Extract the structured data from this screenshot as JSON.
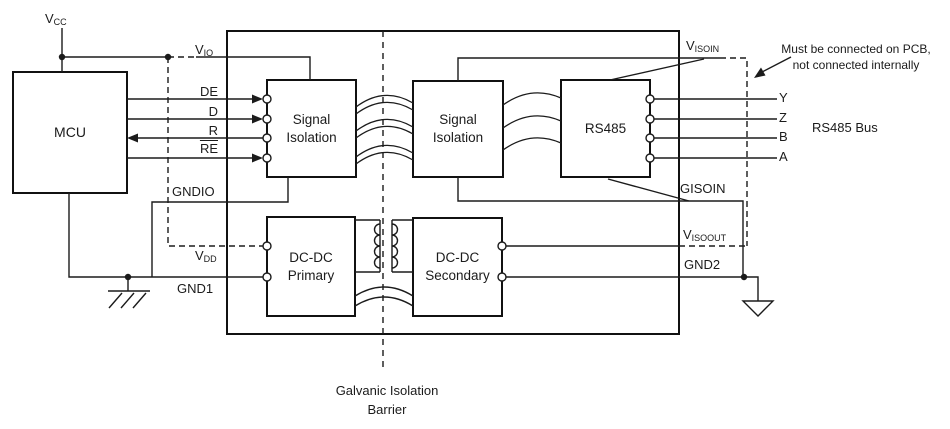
{
  "colors": {
    "background": "#ffffff",
    "line": "#1b1b1b",
    "text": "#1b1b1b"
  },
  "nets": {
    "vcc": {
      "base": "V",
      "sub": "CC"
    },
    "vio": {
      "base": "V",
      "sub": "IO"
    },
    "vdd": {
      "base": "V",
      "sub": "DD"
    },
    "visoin": {
      "base": "V",
      "sub": "ISOIN"
    },
    "visoout": {
      "base": "V",
      "sub": "ISOOUT"
    },
    "gndio": "GNDIO",
    "gnd1": "GND1",
    "gnd2": "GND2",
    "gisoin": "GISOIN"
  },
  "mcu_signals": {
    "de": "DE",
    "d": "D",
    "r": "R",
    "re": "RE"
  },
  "bus_pins": {
    "y": "Y",
    "z": "Z",
    "b": "B",
    "a": "A"
  },
  "bus_label": "RS485 Bus",
  "blocks": {
    "mcu": "MCU",
    "sig_iso_left": {
      "line1": "Signal",
      "line2": "Isolation"
    },
    "sig_iso_right": {
      "line1": "Signal",
      "line2": "Isolation"
    },
    "rs485": "RS485",
    "dcdc_primary": {
      "line1": "DC-DC",
      "line2": "Primary"
    },
    "dcdc_secondary": {
      "line1": "DC-DC",
      "line2": "Secondary"
    }
  },
  "barrier": {
    "line1": "Galvanic Isolation",
    "line2": "Barrier"
  },
  "note": {
    "line1": "Must be connected on PCB,",
    "line2": "not connected internally"
  }
}
